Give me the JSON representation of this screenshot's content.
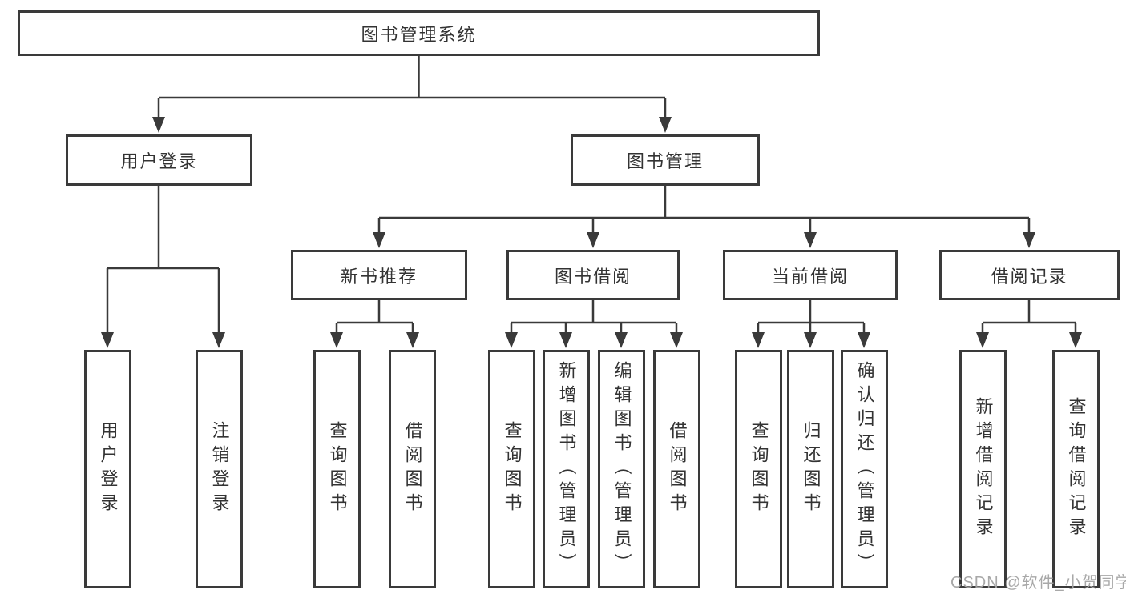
{
  "tree": {
    "root": {
      "label": "图书管理系统"
    },
    "user_login": {
      "label": "用户登录",
      "children": [
        {
          "label": "用户登录"
        },
        {
          "label": "注销登录"
        }
      ]
    },
    "book_management": {
      "label": "图书管理",
      "children": [
        {
          "label": "新书推荐",
          "children": [
            {
              "label": "查询图书"
            },
            {
              "label": "借阅图书"
            }
          ]
        },
        {
          "label": "图书借阅",
          "children": [
            {
              "label": "查询图书"
            },
            {
              "label": "新增图书（管理员）"
            },
            {
              "label": "编辑图书（管理员）"
            },
            {
              "label": "借阅图书"
            }
          ]
        },
        {
          "label": "当前借阅",
          "children": [
            {
              "label": "查询图书"
            },
            {
              "label": "归还图书"
            },
            {
              "label": "确认归还（管理员）"
            }
          ]
        },
        {
          "label": "借阅记录",
          "children": [
            {
              "label": "新增借阅记录"
            },
            {
              "label": "查询借阅记录"
            }
          ]
        }
      ]
    }
  },
  "watermark": {
    "text": "CSDN @软件_小贺同学"
  },
  "colors": {
    "line": "#3a3a3a",
    "text": "#333333",
    "background": "#ffffff",
    "watermark": "#a3a3a3"
  }
}
